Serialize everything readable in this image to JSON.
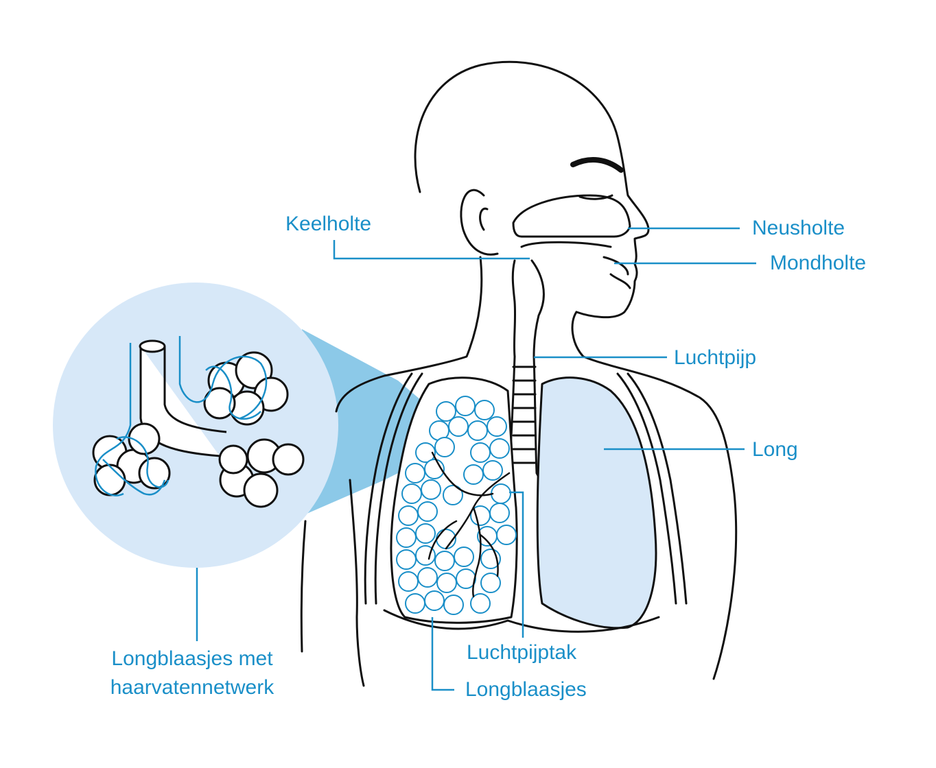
{
  "colors": {
    "accent": "#1a8fc8",
    "ink": "#111111",
    "fill_light": "#d7e8f8",
    "fill_mid": "#7fc3e6"
  },
  "labels": {
    "keelholte": "Keelholte",
    "neusholte": "Neusholte",
    "mondholte": "Mondholte",
    "luchtpijp": "Luchtpijp",
    "long": "Long",
    "luchtpijptak": "Luchtpijptak",
    "longblaasjes": "Longblaasjes",
    "inset_line1": "Longblaasjes met",
    "inset_line2": "haarvatennetwerk"
  }
}
